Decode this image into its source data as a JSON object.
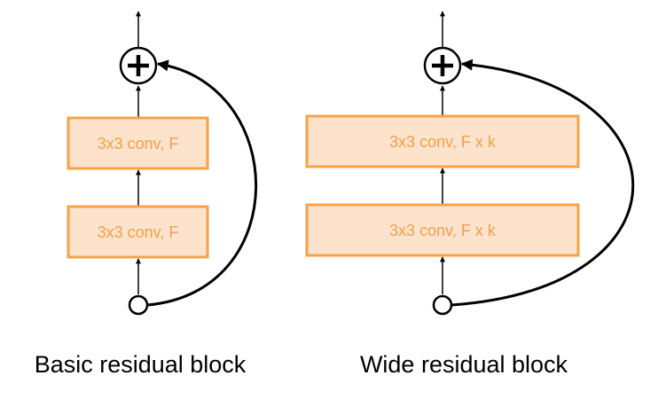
{
  "blocks": [
    {
      "caption": "Basic residual block",
      "layers": [
        "3x3 conv, F",
        "3x3 conv, F"
      ]
    },
    {
      "caption": "Wide residual block",
      "layers": [
        "3x3 conv, F x k",
        "3x3 conv, F x k"
      ]
    }
  ],
  "colors": {
    "box_fill": "#fde3cb",
    "box_border": "#f6a24a",
    "box_text": "#f2a04a",
    "line": "#000000"
  },
  "icons": {
    "sum_node": "plus-circle-icon",
    "input_node": "circle-icon"
  }
}
